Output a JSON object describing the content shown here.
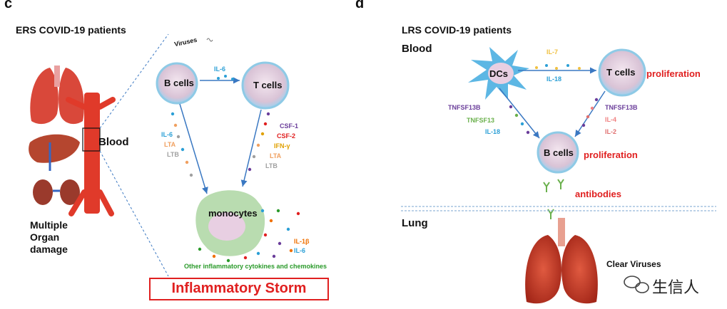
{
  "panel_c": {
    "letter": "c",
    "title": "ERS COVID-19 patients",
    "blood_label": "Blood",
    "organ_damage_label": "Multiple\nOrgan\ndamage",
    "viruses_label": "Viruses",
    "b_cells": "B cells",
    "t_cells": "T cells",
    "il6_top": "IL-6",
    "left_cytokines": [
      "IL-6",
      "LTA",
      "LTB"
    ],
    "right_cytokines": [
      "CSF-1",
      "CSF-2",
      "IFN-γ",
      "LTA",
      "LTB"
    ],
    "monocytes": "monocytes",
    "il1b": "IL-1β",
    "il6_mono": "IL-6",
    "other_cytokines": "Other inflammatory cytokines and chemokines",
    "storm": "Inflammatory Storm"
  },
  "panel_d": {
    "letter": "d",
    "title": "LRS COVID-19  patients",
    "blood_label": "Blood",
    "dcs": "DCs",
    "t_cells": "T cells",
    "b_cells": "B cells",
    "il7": "IL-7",
    "il18_top": "IL-18",
    "proliferation_t": "proliferation",
    "proliferation_b": "proliferation",
    "left_cytokines": [
      "TNFSF13B",
      "TNFSF13",
      "IL-18"
    ],
    "right_cytokines": [
      "TNFSF13B",
      "IL-4",
      "IL-2"
    ],
    "antibodies": "antibodies",
    "lung_label": "Lung",
    "clear_viruses": "Clear Viruses"
  },
  "watermark": "生信人",
  "colors": {
    "red": "#e02020",
    "blue": "#3a78c2",
    "il6": "#2b9fd6",
    "lta": "#f0a060",
    "ltb": "#a0a0a0",
    "csf1": "#6a3d9a",
    "csf2": "#e02020",
    "ifng": "#e0a000",
    "tnfsf13b": "#6a3d9a",
    "tnfsf13": "#6ab04c",
    "il18": "#2b9fd6",
    "il4": "#f08080",
    "il2": "#e07070",
    "il7": "#f0c040",
    "green_text": "#2a9a2a",
    "il1b": "#f07000"
  }
}
